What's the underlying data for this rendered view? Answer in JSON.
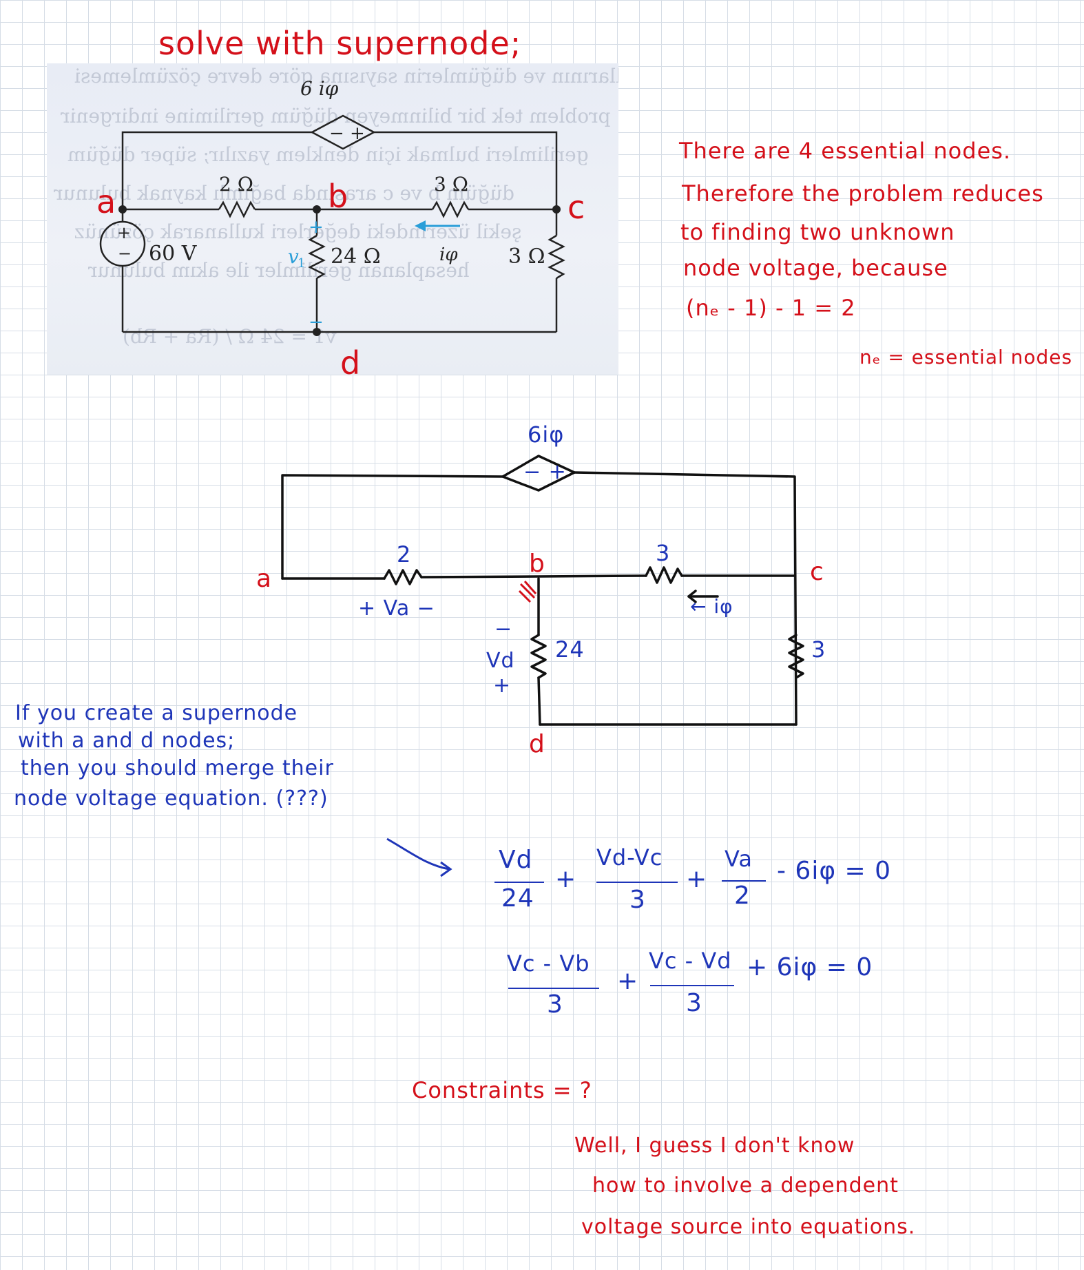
{
  "title": "solve with supernode;",
  "textbook_figure": {
    "source_label": "6 iφ",
    "r_ab": "2 Ω",
    "r_bc": "3 Ω",
    "r_bd": "24 Ω",
    "r_cd": "3 Ω",
    "voltage_source": "60 V",
    "v1_label": "v",
    "v1_sub": "1",
    "current_label": "iφ",
    "plus": "+",
    "minus": "−",
    "source_signs": "−  +",
    "node_a": "a",
    "node_b": "b",
    "node_c": "c",
    "node_d": "d"
  },
  "notes": {
    "essential_line1": "There  are   4   essential nodes.",
    "essential_line2": "Therefore  the problem  reduces",
    "essential_line3": "to finding      two        unknown",
    "essential_line4": "node  voltage,  because",
    "essential_line5": "(nₑ - 1) - 1 = 2",
    "ne_def": "nₑ = essential nodes"
  },
  "redrawn_circuit": {
    "source_label": "6iφ",
    "source_signs": "− +",
    "r_ab": "2",
    "r_bc": "3",
    "r_bd": "24",
    "r_cd": "3",
    "va_label": "+  Va  −",
    "vd_minus": "−",
    "vd_label": "Vd",
    "vd_plus": "+",
    "current_label": "← iφ",
    "node_a": "a",
    "node_b": "b",
    "node_c": "c",
    "node_d": "d"
  },
  "supernode_note": {
    "line1": "If  you    create   a  supernode",
    "line2": "with  a   and   d  nodes;",
    "line3": "  then   you   should  merge  their",
    "line4": "node  voltage  equation. (???)"
  },
  "equation1": {
    "t1_num": "Vd",
    "t1_den": "24",
    "op1": "+",
    "t2_num": "Vd-Vc",
    "t2_den": "3",
    "op2": "+",
    "t3_num": "Va",
    "t3_den": "2",
    "tail": "- 6iφ = 0"
  },
  "equation2": {
    "t1_num": "Vc - Vb",
    "t1_den": "3",
    "op1": "+",
    "t2_num": "Vc - Vd",
    "t2_den": "3",
    "tail": "+ 6iφ = 0"
  },
  "constraints": "Constraints = ?",
  "closing": {
    "line1": "Well,   I guess    I  don't  know",
    "line2": "how  to  involve    a   dependent",
    "line3": "voltage  source  into  equations."
  }
}
